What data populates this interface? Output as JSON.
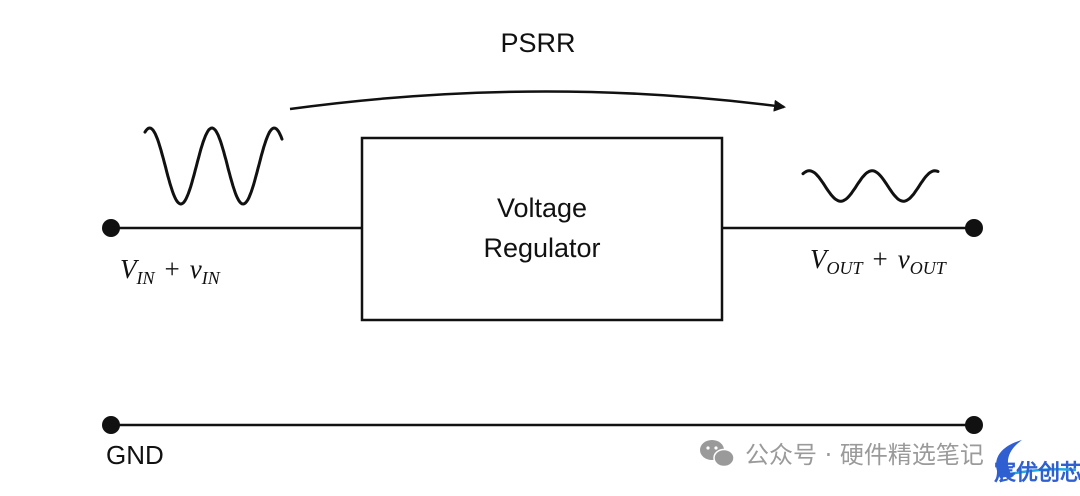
{
  "diagram": {
    "arrow_label": "PSRR",
    "block_label_line1": "Voltage",
    "block_label_line2": "Regulator",
    "input_label": {
      "main": "V",
      "main_sub": "IN",
      "plus": "+",
      "small": "v",
      "small_sub": "IN"
    },
    "output_label": {
      "main": "V",
      "main_sub": "OUT",
      "plus": "+",
      "small": "v",
      "small_sub": "OUT"
    },
    "ground_label": "GND",
    "input_ripple_amplitude": 1.0,
    "output_ripple_amplitude": 0.4
  },
  "watermark": {
    "text": "公众号 · 硬件精选笔记",
    "icon": "wechat-icon"
  },
  "logo": {
    "text": "宸优创芯",
    "icon": "swoosh-logo-icon",
    "color": "#2f5fd0"
  },
  "colors": {
    "line": "#111111",
    "watermark": "#9a9a9a"
  }
}
